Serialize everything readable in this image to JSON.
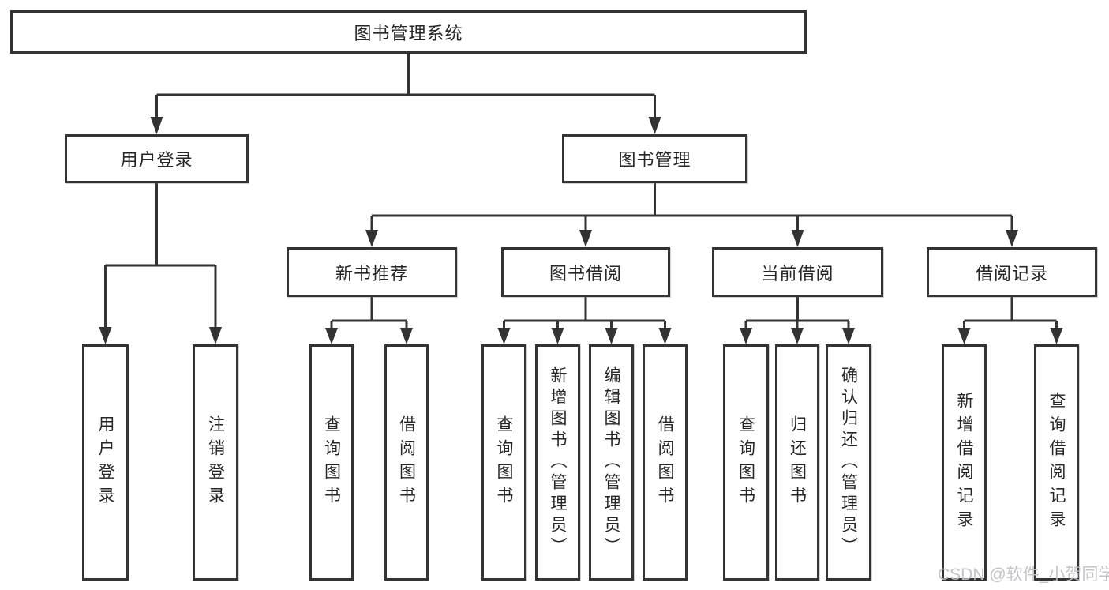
{
  "colors": {
    "line": "#333333",
    "box_border": "#333333",
    "text": "#262626",
    "background": "#ffffff",
    "watermark": "#bec0c4"
  },
  "watermark": {
    "text": "CSDN @软件_小贺同学"
  },
  "tree": {
    "root": {
      "label": "图书管理系统"
    },
    "login": {
      "label": "用户登录",
      "leaves": [
        {
          "label": "用户登录"
        },
        {
          "label": "注销登录"
        }
      ]
    },
    "management": {
      "label": "图书管理",
      "sections": [
        {
          "label": "新书推荐",
          "leaves": [
            {
              "label": "查询图书"
            },
            {
              "label": "借阅图书"
            }
          ]
        },
        {
          "label": "图书借阅",
          "leaves": [
            {
              "label": "查询图书"
            },
            {
              "label": "新增图书（管理员）"
            },
            {
              "label": "编辑图书（管理员）"
            },
            {
              "label": "借阅图书"
            }
          ]
        },
        {
          "label": "当前借阅",
          "leaves": [
            {
              "label": "查询图书"
            },
            {
              "label": "归还图书"
            },
            {
              "label": "确认归还（管理员）"
            }
          ]
        },
        {
          "label": "借阅记录",
          "leaves": [
            {
              "label": "新增借阅记录"
            },
            {
              "label": "查询借阅记录"
            }
          ]
        }
      ]
    }
  }
}
